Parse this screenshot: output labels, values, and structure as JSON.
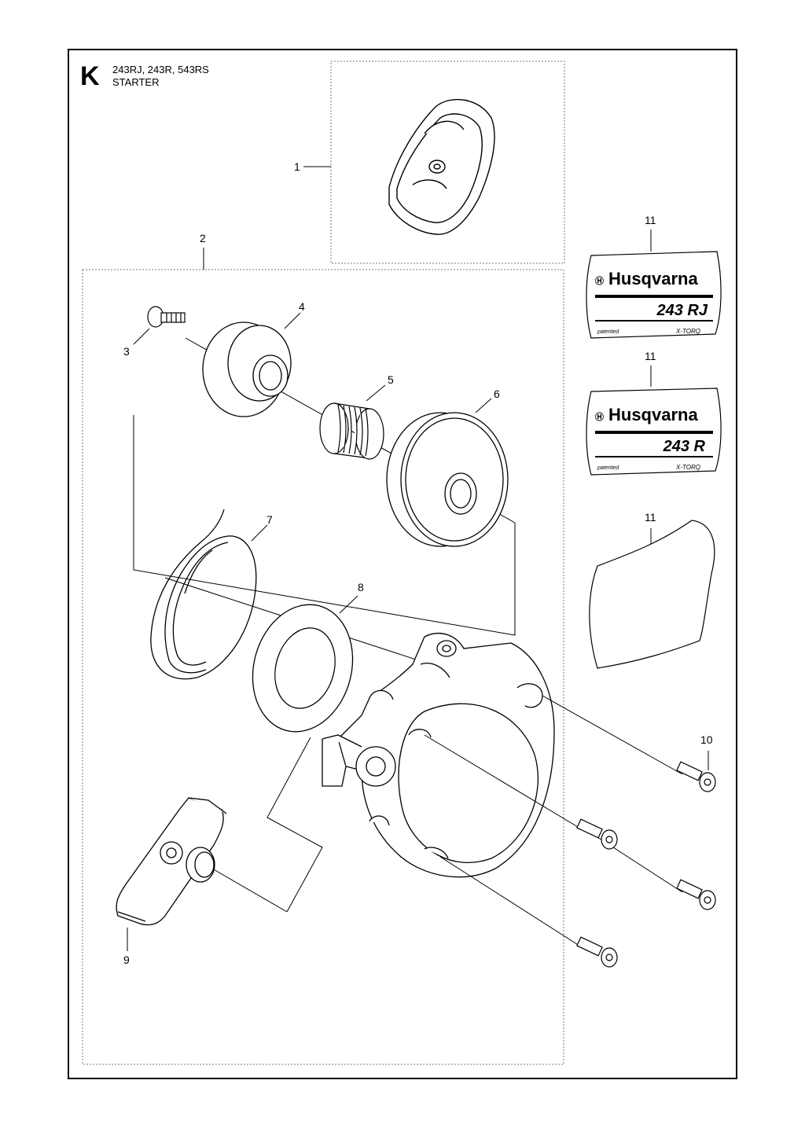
{
  "header": {
    "section_letter": "K",
    "models": "243RJ, 243R, 543RS",
    "title": "STARTER"
  },
  "callouts": {
    "c1": "1",
    "c2": "2",
    "c3": "3",
    "c4": "4",
    "c5": "5",
    "c6": "6",
    "c7": "7",
    "c8": "8",
    "c9": "9",
    "c10": "10",
    "c11a": "11",
    "c11b": "11",
    "c11c": "11"
  },
  "decals": {
    "a": {
      "brand": "Husqvarna",
      "model": "243 RJ",
      "left_text": "patented",
      "right_text": "X-TORQ"
    },
    "b": {
      "brand": "Husqvarna",
      "model": "243 R",
      "left_text": "patented",
      "right_text": "X-TORQ"
    }
  }
}
